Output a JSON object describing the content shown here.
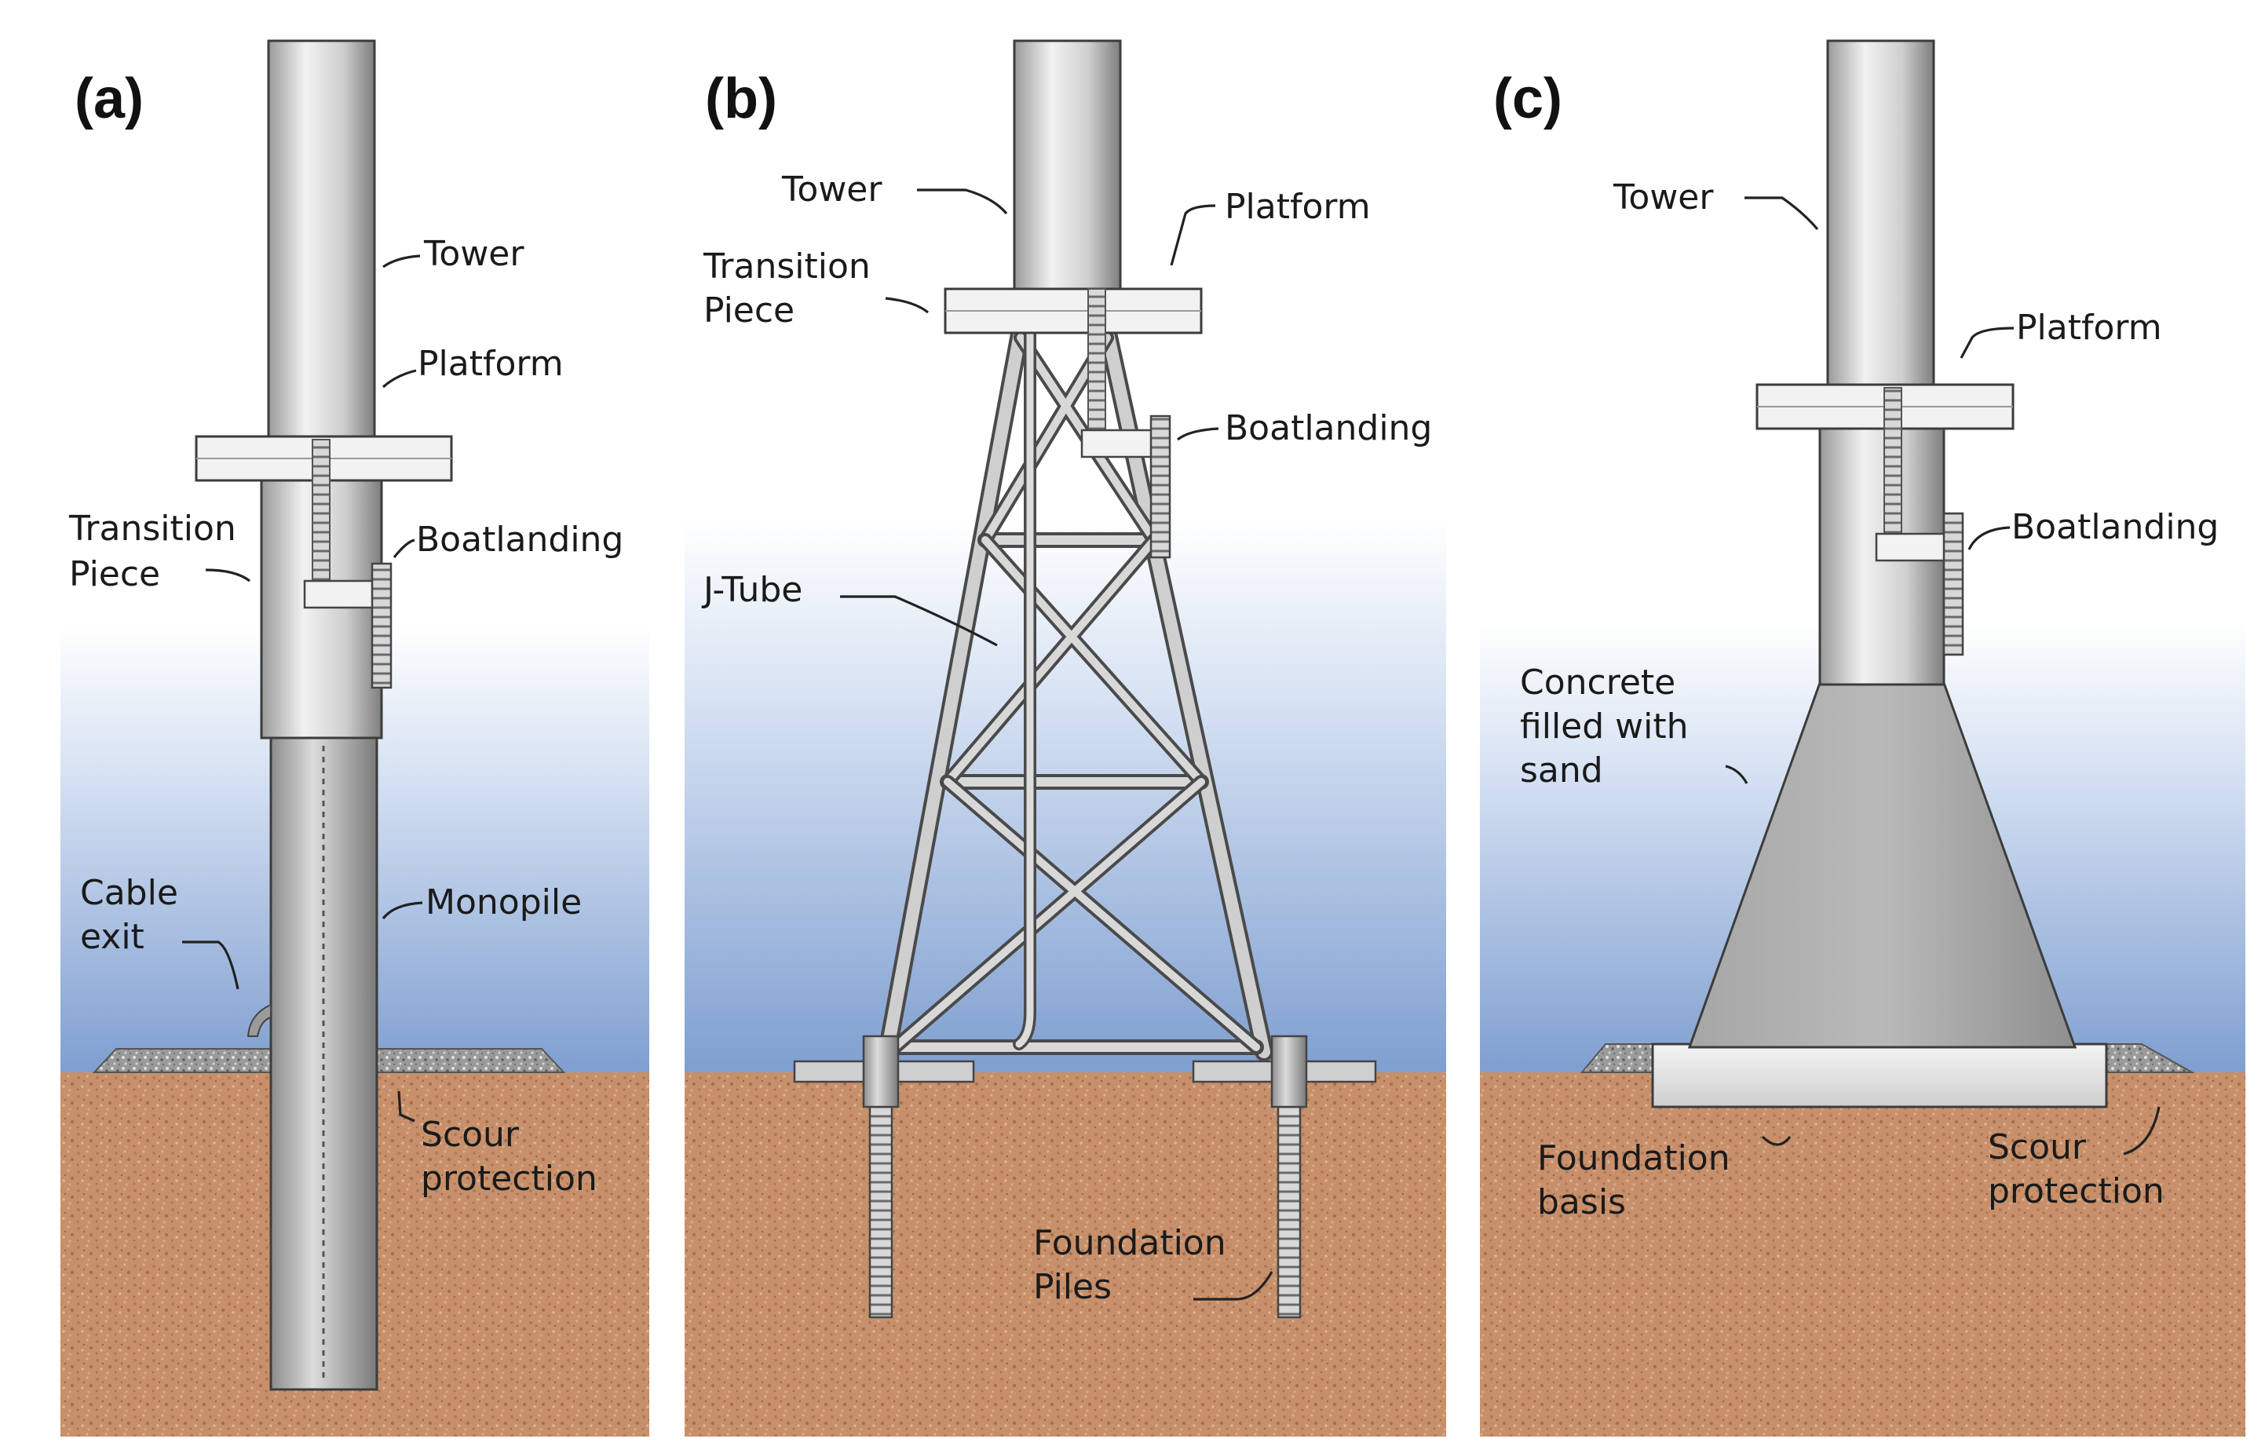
{
  "figure": {
    "panels": [
      {
        "letter": "(a)",
        "labels": {
          "tower": "Tower",
          "platform": "Platform",
          "transition_1": "Transition",
          "transition_2": "Piece",
          "boatlanding": "Boatlanding",
          "cable_1": "Cable",
          "cable_2": "exit",
          "monopile": "Monopile",
          "scour_1": "Scour",
          "scour_2": "protection"
        }
      },
      {
        "letter": "(b)",
        "labels": {
          "tower": "Tower",
          "platform": "Platform",
          "transition_1": "Transition",
          "transition_2": "Piece",
          "boatlanding": "Boatlanding",
          "jtube": "J-Tube",
          "piles_1": "Foundation",
          "piles_2": "Piles"
        }
      },
      {
        "letter": "(c)",
        "labels": {
          "tower": "Tower",
          "platform": "Platform",
          "boatlanding": "Boatlanding",
          "concrete_1": "Concrete",
          "concrete_2": "filled with",
          "concrete_3": "sand",
          "basis_1": "Foundation",
          "basis_2": "basis",
          "scour_1": "Scour",
          "scour_2": "protection"
        }
      }
    ],
    "colors": {
      "water_top": "#ffffff",
      "water_bottom": "#7f9fd0",
      "seabed": "#c7906b",
      "steel_light": "#ececec",
      "steel_dark": "#8a8a8a",
      "scour": "#9c9c9c"
    }
  }
}
